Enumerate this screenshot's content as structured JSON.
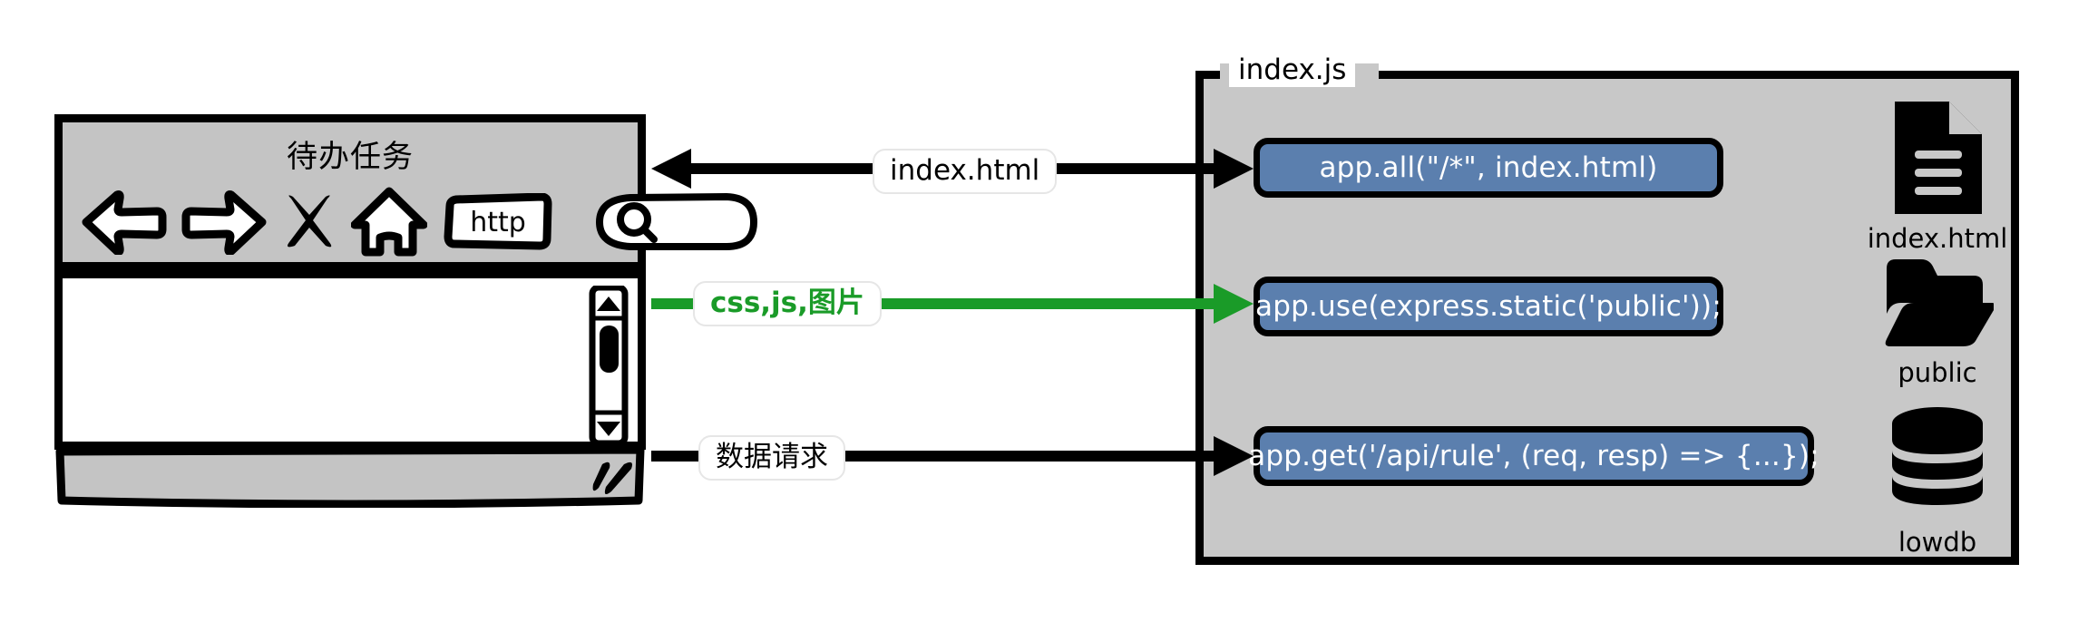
{
  "browser": {
    "title": "待办任务",
    "toolbar": {
      "back_icon": "back-arrow-icon",
      "forward_icon": "forward-arrow-icon",
      "stop_icon": "close-x-icon",
      "home_icon": "home-icon",
      "protocol_label": "http",
      "search_icon": "search-magnifier-icon"
    },
    "scrollbar": {
      "up_icon": "scroll-up-arrow-icon",
      "down_icon": "scroll-down-arrow-icon",
      "thumb_name": "scrollbar-thumb"
    },
    "statusbar": {
      "resize_grip_icon": "resize-grip-icon"
    }
  },
  "server": {
    "panel_label": "index.js",
    "accent_color": "#5b7fae",
    "panel_color": "#c8c8c8",
    "code_boxes": [
      {
        "text": "app.all(\"/*\", index.html)"
      },
      {
        "text": "app.use(express.static('public'));"
      },
      {
        "text": "app.get('/api/rule', (req, resp) => {...});"
      }
    ],
    "assets": [
      {
        "label": "index.html",
        "icon": "document-file-icon"
      },
      {
        "label": "public",
        "icon": "open-folder-icon"
      },
      {
        "label": "lowdb",
        "icon": "database-cylinder-icon"
      }
    ]
  },
  "connectors": [
    {
      "label": "index.html",
      "color": "#000000",
      "direction": "server-to-browser"
    },
    {
      "label": "css,js,图片",
      "color": "#1a9b28",
      "direction": "browser-to-server"
    },
    {
      "label": "数据请求",
      "color": "#000000",
      "direction": "browser-to-server"
    }
  ]
}
